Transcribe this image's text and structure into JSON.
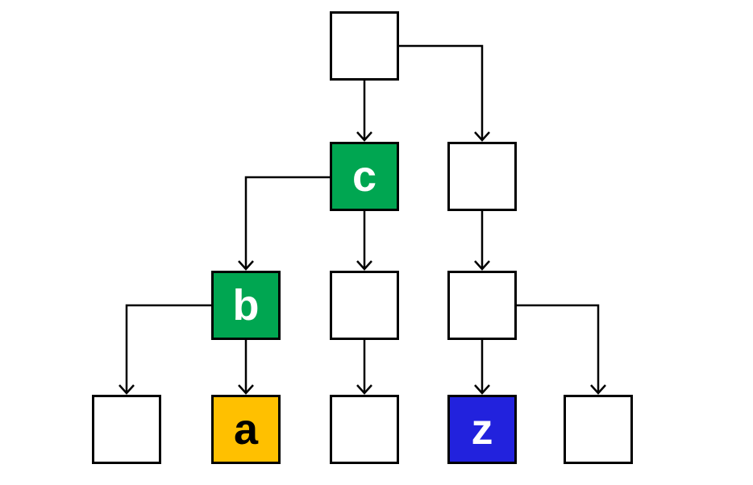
{
  "diagram": {
    "type": "tree",
    "nodes": [
      {
        "id": "root",
        "label": "",
        "fill": "#FFFFFF",
        "text_color": "#000000"
      },
      {
        "id": "c",
        "label": "c",
        "fill": "#00A651",
        "text_color": "#FFFFFF"
      },
      {
        "id": "r2-right",
        "label": "",
        "fill": "#FFFFFF",
        "text_color": "#000000"
      },
      {
        "id": "b",
        "label": "b",
        "fill": "#00A651",
        "text_color": "#FFFFFF"
      },
      {
        "id": "r3-mid",
        "label": "",
        "fill": "#FFFFFF",
        "text_color": "#000000"
      },
      {
        "id": "r3-right",
        "label": "",
        "fill": "#FFFFFF",
        "text_color": "#000000"
      },
      {
        "id": "leaf-1",
        "label": "",
        "fill": "#FFFFFF",
        "text_color": "#000000"
      },
      {
        "id": "a",
        "label": "a",
        "fill": "#FFC000",
        "text_color": "#000000"
      },
      {
        "id": "leaf-3",
        "label": "",
        "fill": "#FFFFFF",
        "text_color": "#000000"
      },
      {
        "id": "z",
        "label": "z",
        "fill": "#2222DD",
        "text_color": "#FFFFFF"
      },
      {
        "id": "leaf-5",
        "label": "",
        "fill": "#FFFFFF",
        "text_color": "#000000"
      }
    ],
    "edges": [
      {
        "from": "root",
        "to": "c"
      },
      {
        "from": "root",
        "to": "r2-right"
      },
      {
        "from": "c",
        "to": "b"
      },
      {
        "from": "c",
        "to": "r3-mid"
      },
      {
        "from": "r2-right",
        "to": "r3-right"
      },
      {
        "from": "b",
        "to": "leaf-1"
      },
      {
        "from": "b",
        "to": "a"
      },
      {
        "from": "r3-mid",
        "to": "leaf-3"
      },
      {
        "from": "r3-right",
        "to": "z"
      },
      {
        "from": "r3-right",
        "to": "leaf-5"
      }
    ],
    "colors": {
      "background": "#FFFFFF",
      "node_border": "#000000",
      "edge": "#000000",
      "green": "#00A651",
      "orange": "#FFC000",
      "blue": "#2222DD"
    }
  }
}
